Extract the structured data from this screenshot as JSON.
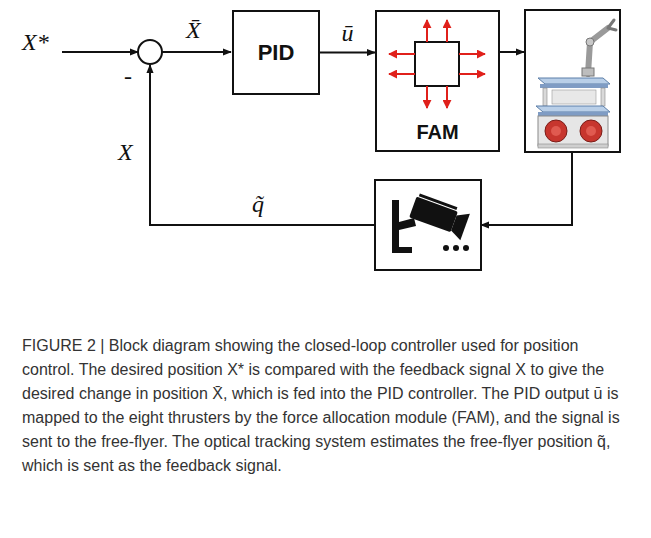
{
  "diagram": {
    "caption": "FIGURE 2 | Block diagram showing the closed-loop controller used for position control. The desired position X* is compared with the feedback signal X to give the desired change in position X̄, which is fed into the PID controller. The PID output ū is mapped to the eight thrusters by the force allocation module (FAM), and the signal is sent to the free-flyer. The optical tracking system estimates the free-flyer position q̃, which is sent as the feedback signal.",
    "nodes": [
      {
        "text": [
          "PID"
        ]
      },
      {
        "text": [
          "FAM"
        ]
      }
    ],
    "edges": [
      {
        "from": 0,
        "to": 1,
        "label": "ū",
        "arrow": "to"
      }
    ],
    "labels": [
      "X*",
      "X̄",
      "-",
      "X",
      "q̃"
    ]
  }
}
